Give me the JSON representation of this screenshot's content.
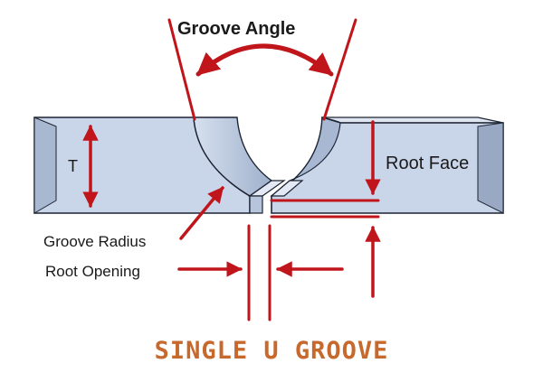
{
  "labels": {
    "groove_angle": "Groove Angle",
    "thickness": "T",
    "root_face": "Root Face",
    "groove_radius": "Groove Radius",
    "root_opening": "Root Opening"
  },
  "title": "SINGLE U GROOVE",
  "colors": {
    "annotation": "#c0151b",
    "title": "#c7682c",
    "plate_top": "#b8c5da",
    "plate_front": "#c9d6ea",
    "plate_side": "#9aa9c3",
    "outline": "#1d2433"
  }
}
